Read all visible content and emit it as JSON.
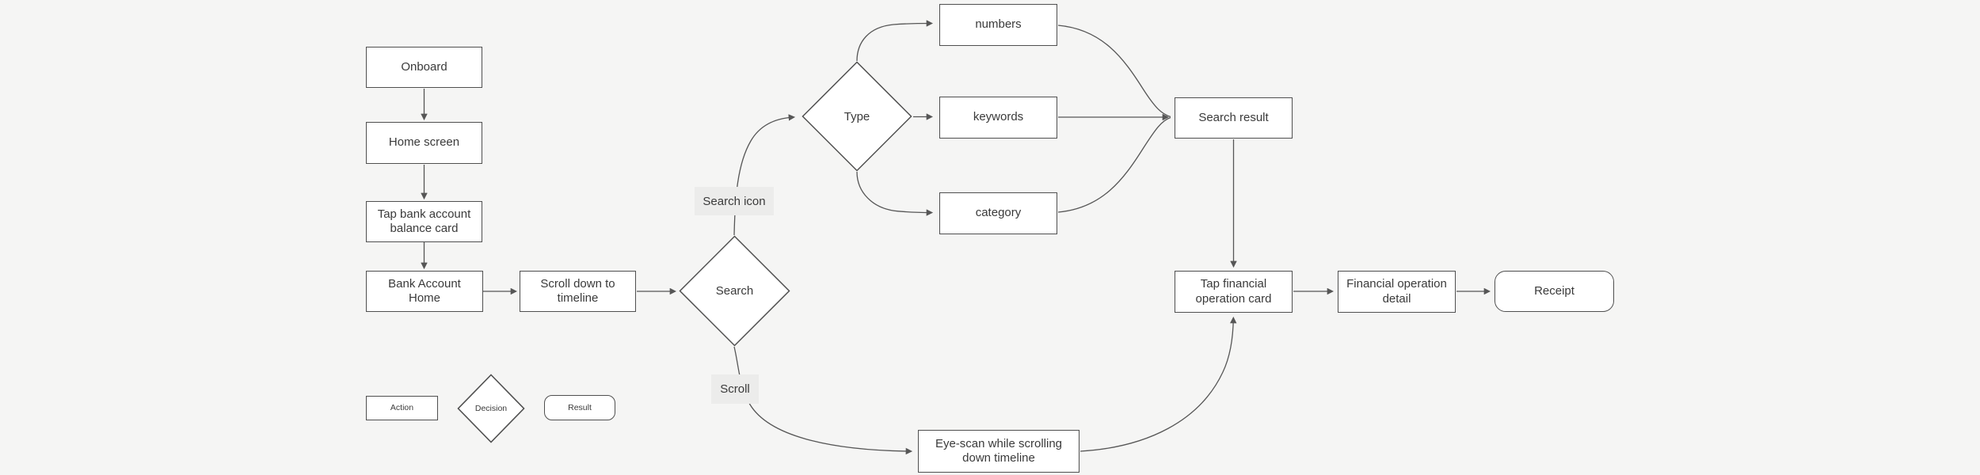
{
  "colors": {
    "background": "#f5f5f4",
    "node_fill": "#ffffff",
    "node_border": "#4f4f4f",
    "edge_line": "#565656",
    "text": "#3a3a3a",
    "edge_label_bg": "#ececeb"
  },
  "nodes": {
    "onboard": "Onboard",
    "home_screen": "Home screen",
    "tap_bank_account": "Tap bank account balance card",
    "bank_account_home": "Bank Account Home",
    "scroll_down_timeline": "Scroll down to timeline",
    "search": "Search",
    "type": "Type",
    "numbers": "numbers",
    "keywords": "keywords",
    "category": "category",
    "search_result": "Search result",
    "tap_financial_card": "Tap financial operation card",
    "financial_detail": "Financial operation detail",
    "receipt": "Receipt",
    "eye_scan": "Eye-scan while scrolling down timeline"
  },
  "edge_labels": {
    "search_icon": "Search icon",
    "scroll": "Scroll"
  },
  "legend": {
    "action": "Action",
    "decision": "Decision",
    "result": "Result"
  }
}
